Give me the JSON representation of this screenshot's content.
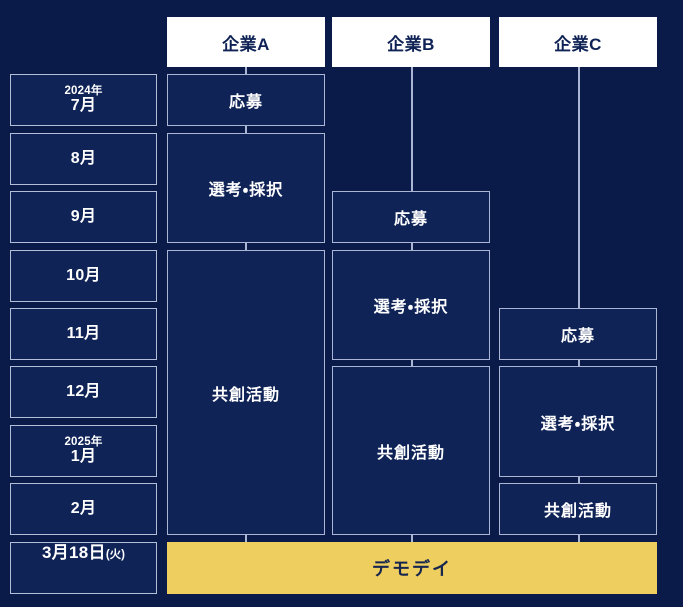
{
  "theme": {
    "background": "#0a1b4a",
    "box_fill": "#0f2357",
    "box_border": "#aab6d4",
    "header_fill": "#ffffff",
    "header_text": "#0e2255",
    "text": "#ffffff",
    "accent_yellow": "#eece5e",
    "accent_yellow_text": "#16264f"
  },
  "chart_data": {
    "type": "table",
    "title": "",
    "timeline_axis": "month",
    "columns": [
      "企業A",
      "企業B",
      "企業C"
    ],
    "rows": [
      {
        "year": "2024年",
        "month": "7月"
      },
      {
        "year": "",
        "month": "8月"
      },
      {
        "year": "",
        "month": "9月"
      },
      {
        "year": "",
        "month": "10月"
      },
      {
        "year": "",
        "month": "11月"
      },
      {
        "year": "",
        "month": "12月"
      },
      {
        "year": "2025年",
        "month": "1月"
      },
      {
        "year": "",
        "month": "2月"
      },
      {
        "year": "",
        "month": "3月18日",
        "dow": "(火)"
      }
    ],
    "series": [
      {
        "name": "企業A",
        "phases": [
          {
            "label": "応募",
            "start_row": 0,
            "end_row": 0
          },
          {
            "label": "選考・採択",
            "start_row": 1,
            "end_row": 2
          },
          {
            "label": "共創活動",
            "start_row": 3,
            "end_row": 7
          }
        ]
      },
      {
        "name": "企業B",
        "phases": [
          {
            "label": "応募",
            "start_row": 2,
            "end_row": 2
          },
          {
            "label": "選考・採択",
            "start_row": 3,
            "end_row": 4
          },
          {
            "label": "共創活動",
            "start_row": 5,
            "end_row": 7
          }
        ]
      },
      {
        "name": "企業C",
        "phases": [
          {
            "label": "応募",
            "start_row": 4,
            "end_row": 4
          },
          {
            "label": "選考・採択",
            "start_row": 5,
            "end_row": 6
          },
          {
            "label": "共創活動",
            "start_row": 7,
            "end_row": 7
          }
        ]
      }
    ],
    "footer_event": {
      "label": "デモデイ",
      "row": 8,
      "spans_all_columns": true
    }
  },
  "columns": {
    "company_a": "企業A",
    "company_b": "企業B",
    "company_c": "企業C"
  },
  "months": {
    "r0_year": "2024年",
    "r0_month": "7月",
    "r1_month": "8月",
    "r2_month": "9月",
    "r3_month": "10月",
    "r4_month": "11月",
    "r5_month": "12月",
    "r6_year": "2025年",
    "r6_month": "1月",
    "r7_month": "2月",
    "r8_month": "3月18日",
    "r8_dow": "(火)"
  },
  "phases": {
    "a_apply": "応募",
    "a_select": "選考・採択",
    "a_cocreate": "共創活動",
    "b_apply": "応募",
    "b_select": "選考・採択",
    "b_cocreate": "共創活動",
    "c_apply": "応募",
    "c_select": "選考・採択",
    "c_cocreate": "共創活動"
  },
  "demo": {
    "label": "デモデイ"
  }
}
